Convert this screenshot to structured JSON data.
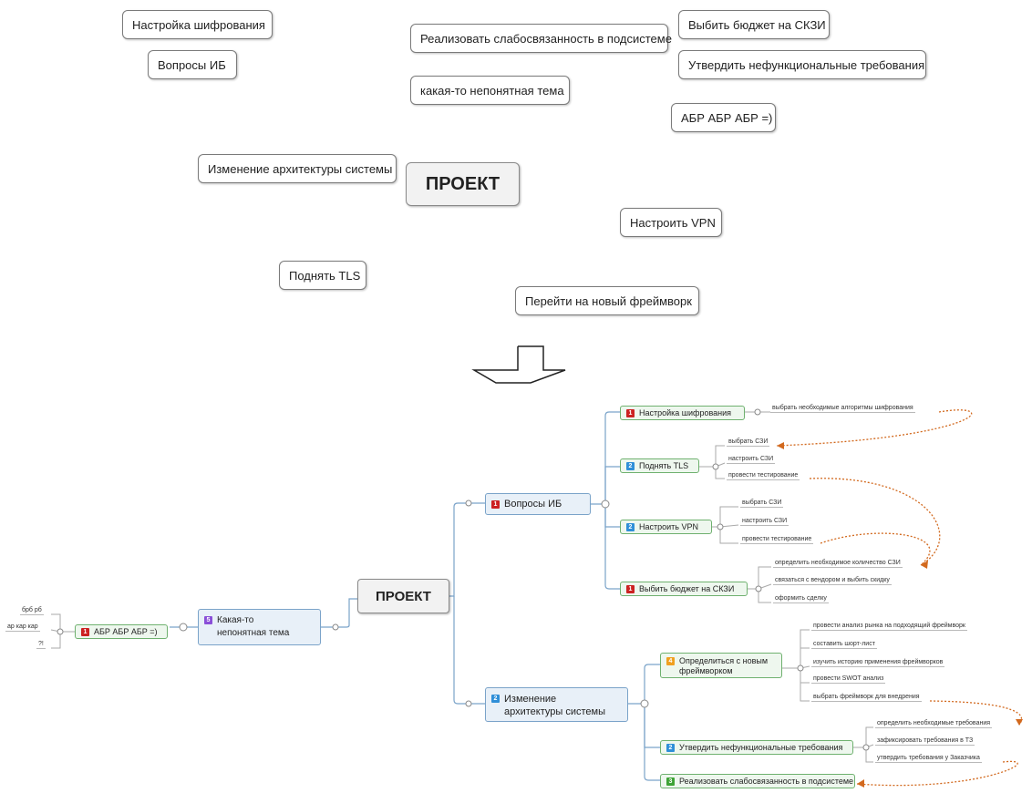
{
  "top": {
    "items": [
      "Настройка шифрования",
      "Вопросы ИБ",
      "Реализовать слабосвязанность в подсистеме",
      "Выбить бюджет на СКЗИ",
      "Утвердить нефункциональные требования",
      "какая-то непонятная тема",
      "АБР АБР АБР =)",
      "Изменение архитектуры системы",
      "Настроить VPN",
      "Поднять TLS",
      "Перейти на новый фреймворк"
    ],
    "root": "ПРОЕКТ"
  },
  "map": {
    "root": "ПРОЕКТ",
    "voprosy": {
      "marker": "1",
      "label": "Вопросы ИБ"
    },
    "arch": {
      "marker": "2",
      "label1": "Изменение",
      "label2": "архитектуры системы"
    },
    "kakaya": {
      "marker": "5",
      "label1": "Какая-то",
      "label2": "непонятная тема"
    },
    "abr": {
      "marker": "1",
      "label": "АБР АБР АБР =)"
    },
    "abr_leaves": [
      "брб рб",
      "ар кар кар",
      "?!"
    ],
    "nastroika": {
      "marker": "1",
      "label": "Настройка шифрования",
      "leaves": [
        "выбрать необходимые алгоритмы шифрования"
      ]
    },
    "tls": {
      "marker": "2",
      "label": "Поднять TLS",
      "leaves": [
        "выбрать СЗИ",
        "настроить СЗИ",
        "провести тестирование"
      ]
    },
    "vpn": {
      "marker": "2",
      "label": "Настроить VPN",
      "leaves": [
        "выбрать СЗИ",
        "настроить СЗИ",
        "провести тестирование"
      ]
    },
    "budget": {
      "marker": "1",
      "label": "Выбить бюджет на СКЗИ",
      "leaves": [
        "определить необходимое количество СЗИ",
        "связаться с вендором и выбить скидку",
        "оформить сделку"
      ]
    },
    "framework": {
      "marker": "4",
      "label1": "Определиться с новым",
      "label2": "фреймворком",
      "leaves": [
        "провести анализ рынка на подходящий фреймворк",
        "составить шорт-лист",
        "изучить историю применения фреймворков",
        "провести SWOT анализ",
        "выбрать фреймворк для внедрения"
      ]
    },
    "nonfunc": {
      "marker": "2",
      "label": "Утвердить нефункциональные требования",
      "leaves": [
        "определить необходимые требования",
        "зафиксировать требования в ТЗ",
        "утвердить требования у Заказчика"
      ]
    },
    "loose": {
      "marker": "3",
      "label": "Реализовать слабосвязанность в подсистеме"
    }
  },
  "colors": {
    "red": "#cc2222",
    "blue": "#2f8fd8",
    "green": "#3da335",
    "orange": "#f0a020",
    "purple": "#8a4fd8",
    "arrow": "#d2691e",
    "line": "#7aa3c9"
  }
}
